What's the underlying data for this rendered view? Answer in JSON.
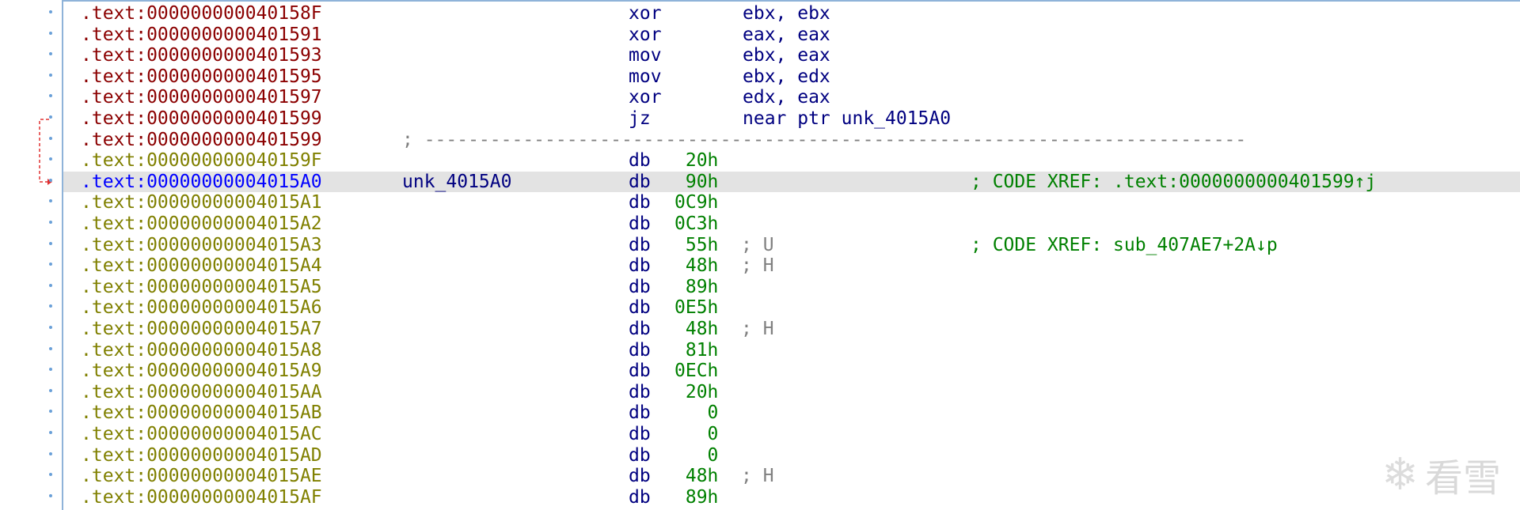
{
  "colors": {
    "addr_code": "#8b0000",
    "addr_data": "#808000",
    "addr_selected": "#0000ff",
    "mnemonic": "#000080",
    "number": "#008000",
    "xref": "#008000",
    "comment": "#808080"
  },
  "rows": [
    {
      "addr": ".text:000000000040158F",
      "label": "",
      "mnem": "xor",
      "ops": "ebx, ebx",
      "kind": "code"
    },
    {
      "addr": ".text:0000000000401591",
      "label": "",
      "mnem": "xor",
      "ops": "eax, eax",
      "kind": "code"
    },
    {
      "addr": ".text:0000000000401593",
      "label": "",
      "mnem": "mov",
      "ops": "ebx, eax",
      "kind": "code"
    },
    {
      "addr": ".text:0000000000401595",
      "label": "",
      "mnem": "mov",
      "ops": "ebx, edx",
      "kind": "code"
    },
    {
      "addr": ".text:0000000000401597",
      "label": "",
      "mnem": "xor",
      "ops": "edx, eax",
      "kind": "code"
    },
    {
      "addr": ".text:0000000000401599",
      "label": "",
      "mnem": "jz",
      "ops": "near ptr unk_4015A0",
      "kind": "code"
    },
    {
      "addr": ".text:0000000000401599",
      "sep": "; ---------------------------------------------------------------------------",
      "kind": "code"
    },
    {
      "addr": ".text:000000000040159F",
      "label": "",
      "db": "db",
      "val": " 20h",
      "kind": "data"
    },
    {
      "addr": ".text:00000000004015A0",
      "label": "unk_4015A0",
      "db": "db",
      "val": " 90h",
      "xref": "; CODE XREF: .text:0000000000401599↑j",
      "kind": "selected"
    },
    {
      "addr": ".text:00000000004015A1",
      "label": "",
      "db": "db",
      "val": "0C9h",
      "kind": "data"
    },
    {
      "addr": ".text:00000000004015A2",
      "label": "",
      "db": "db",
      "val": "0C3h",
      "kind": "data"
    },
    {
      "addr": ".text:00000000004015A3",
      "label": "",
      "db": "db",
      "val": " 55h",
      "cmt": "; U",
      "xref": "; CODE XREF: sub_407AE7+2A↓p",
      "kind": "data"
    },
    {
      "addr": ".text:00000000004015A4",
      "label": "",
      "db": "db",
      "val": " 48h",
      "cmt": "; H",
      "kind": "data"
    },
    {
      "addr": ".text:00000000004015A5",
      "label": "",
      "db": "db",
      "val": " 89h",
      "kind": "data"
    },
    {
      "addr": ".text:00000000004015A6",
      "label": "",
      "db": "db",
      "val": "0E5h",
      "kind": "data"
    },
    {
      "addr": ".text:00000000004015A7",
      "label": "",
      "db": "db",
      "val": " 48h",
      "cmt": "; H",
      "kind": "data"
    },
    {
      "addr": ".text:00000000004015A8",
      "label": "",
      "db": "db",
      "val": " 81h",
      "kind": "data"
    },
    {
      "addr": ".text:00000000004015A9",
      "label": "",
      "db": "db",
      "val": "0ECh",
      "kind": "data"
    },
    {
      "addr": ".text:00000000004015AA",
      "label": "",
      "db": "db",
      "val": " 20h",
      "kind": "data"
    },
    {
      "addr": ".text:00000000004015AB",
      "label": "",
      "db": "db",
      "val": "   0",
      "kind": "data"
    },
    {
      "addr": ".text:00000000004015AC",
      "label": "",
      "db": "db",
      "val": "   0",
      "kind": "data"
    },
    {
      "addr": ".text:00000000004015AD",
      "label": "",
      "db": "db",
      "val": "   0",
      "kind": "data"
    },
    {
      "addr": ".text:00000000004015AE",
      "label": "",
      "db": "db",
      "val": " 48h",
      "cmt": "; H",
      "kind": "data"
    },
    {
      "addr": ".text:00000000004015AF",
      "label": "",
      "db": "db",
      "val": " 89h",
      "kind": "data"
    }
  ],
  "watermark": {
    "text": "看雪",
    "icon": "snowflake-icon"
  }
}
